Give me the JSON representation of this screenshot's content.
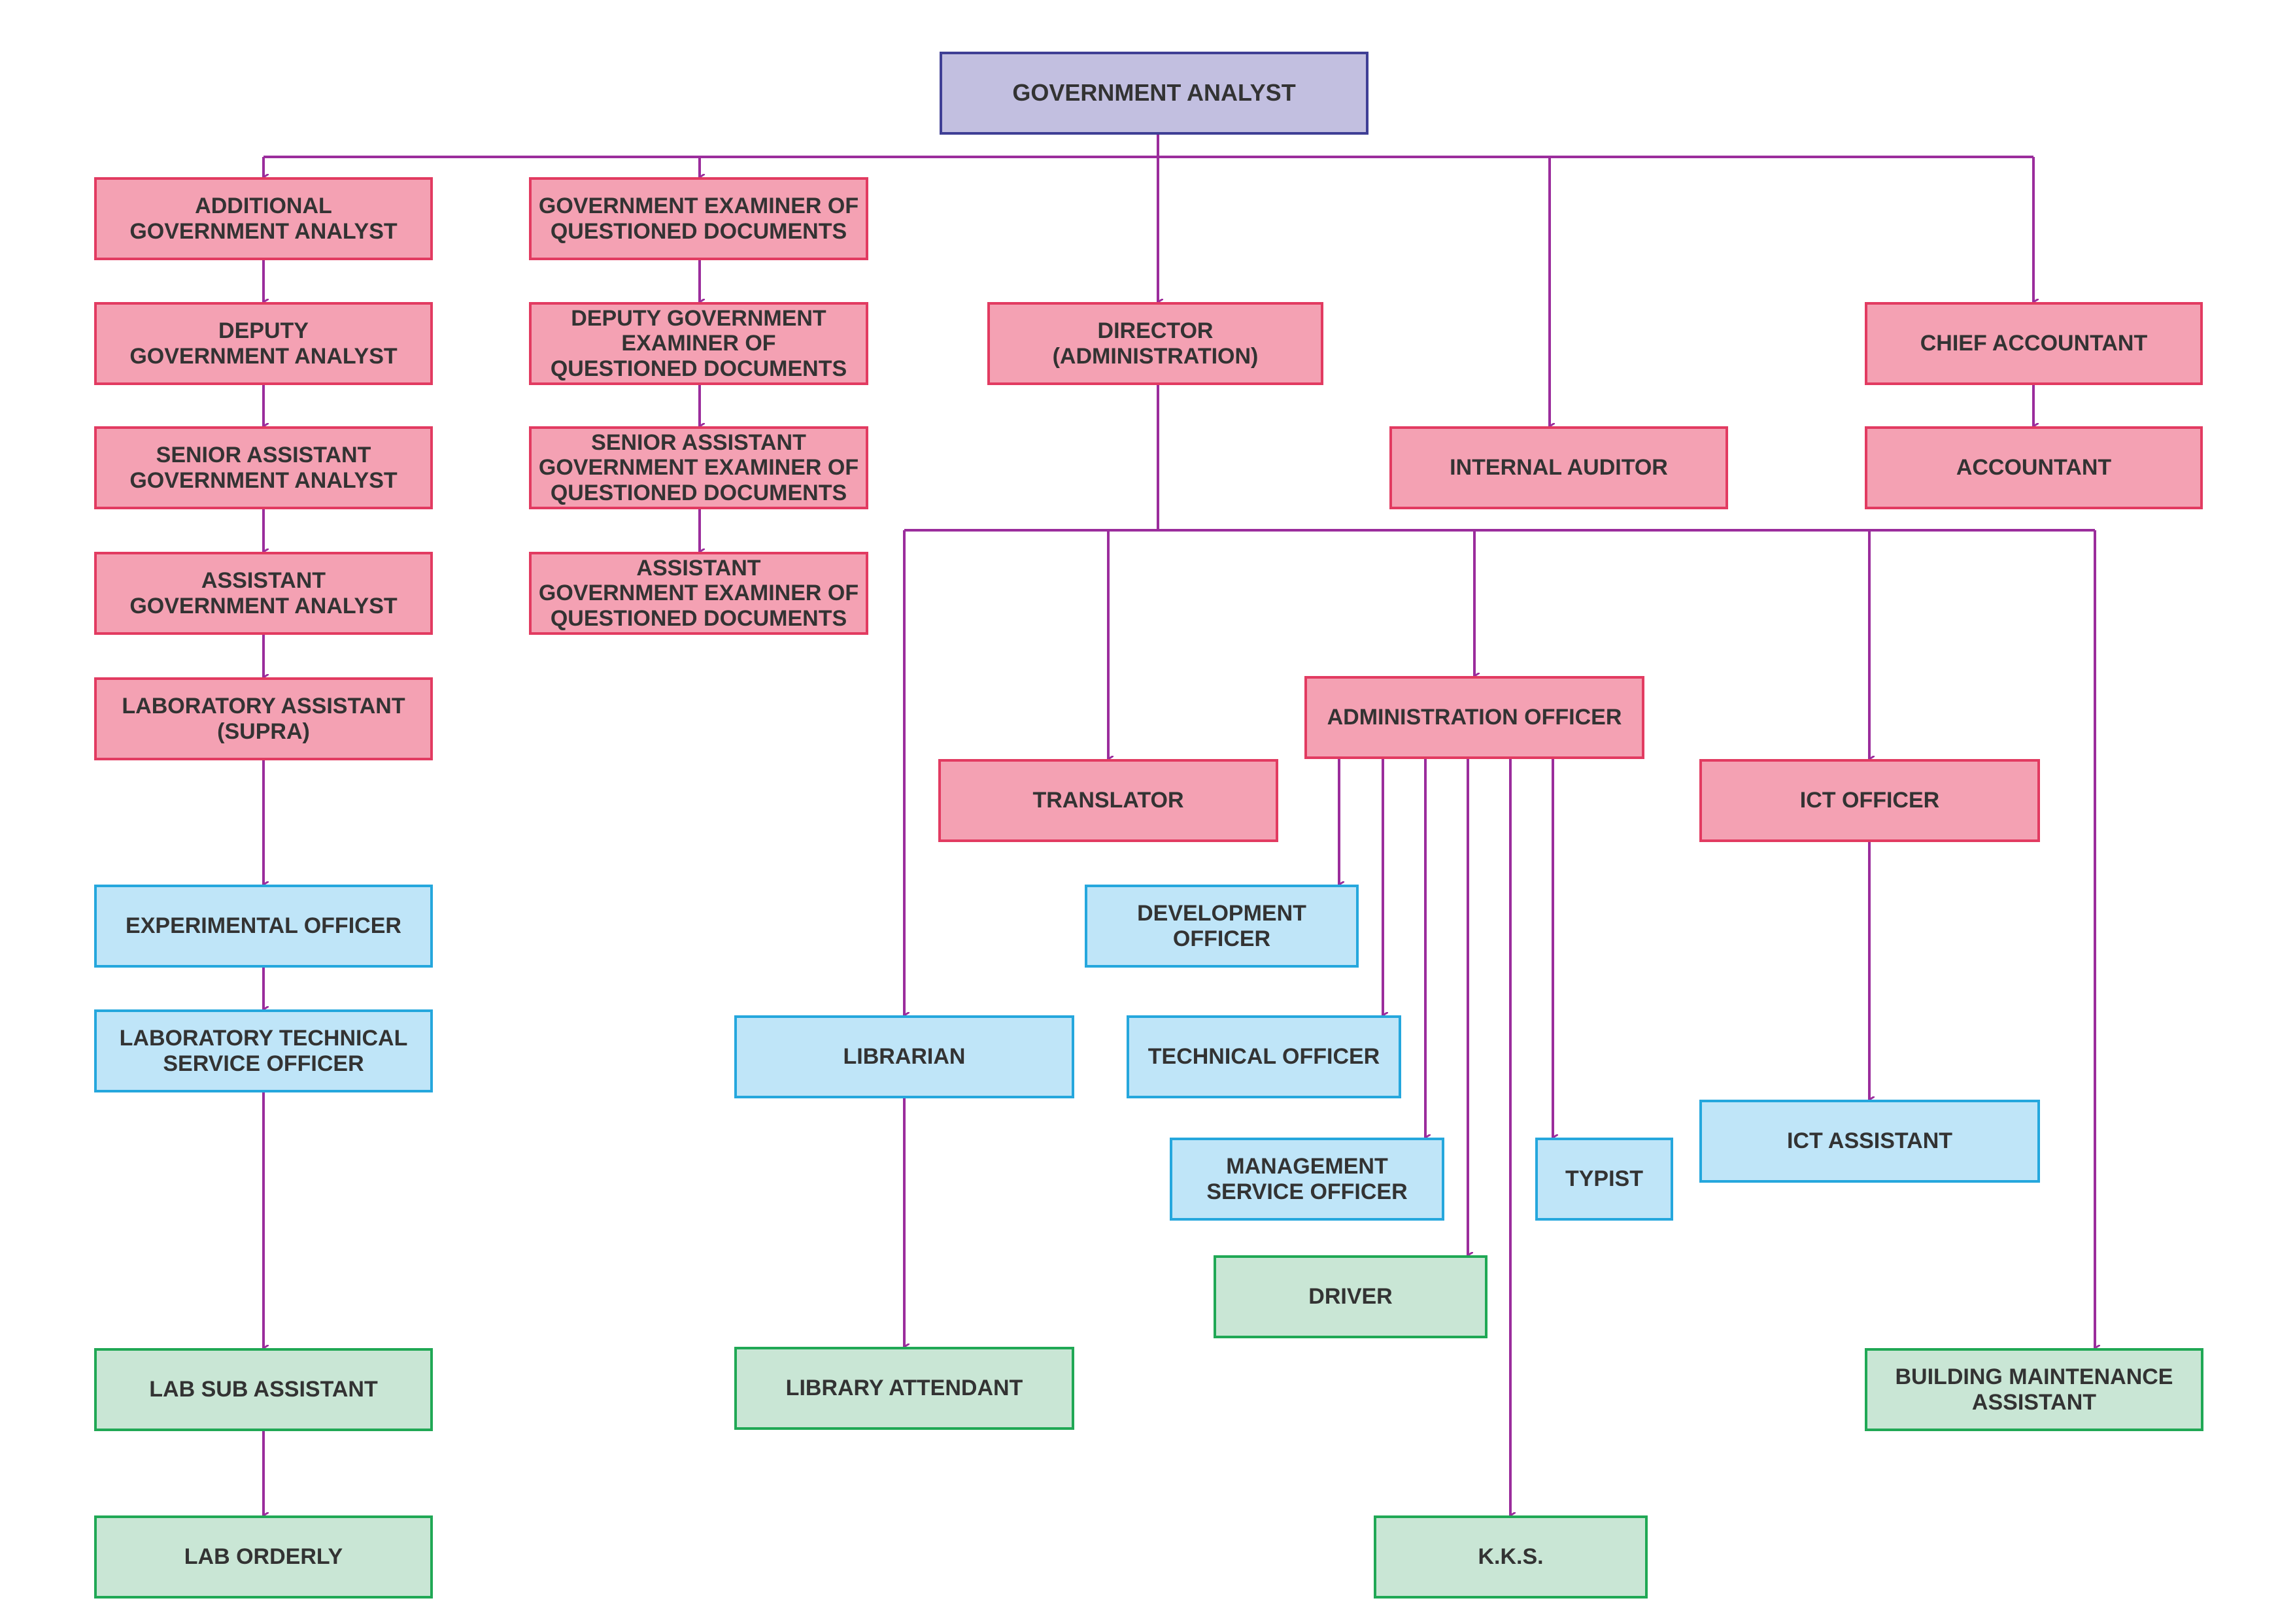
{
  "colors": {
    "connector": "#9b2d9c",
    "top_fill": "#c2bfe0",
    "top_border": "#3f3f95",
    "pink_fill": "#f4a1b3",
    "pink_border": "#e23b61",
    "blue_fill": "#bfe5f8",
    "blue_border": "#25a7dd",
    "green_fill": "#c9e6d5",
    "green_border": "#20a855"
  },
  "nodes": {
    "government_analyst": "GOVERNMENT ANALYST",
    "additional_government_analyst": "ADDITIONAL\nGOVERNMENT ANALYST",
    "deputy_government_analyst": "DEPUTY\nGOVERNMENT ANALYST",
    "senior_assistant_government_analyst": "SENIOR ASSISTANT\nGOVERNMENT ANALYST",
    "assistant_government_analyst": "ASSISTANT\nGOVERNMENT ANALYST",
    "laboratory_assistant_supra": "LABORATORY ASSISTANT\n(SUPRA)",
    "experimental_officer": "EXPERIMENTAL OFFICER",
    "laboratory_technical_service_officer": "LABORATORY TECHNICAL\nSERVICE OFFICER",
    "lab_sub_assistant": "LAB SUB ASSISTANT",
    "lab_orderly": "LAB ORDERLY",
    "government_examiner_qd": "GOVERNMENT EXAMINER OF\nQUESTIONED DOCUMENTS",
    "deputy_government_examiner_qd": "DEPUTY GOVERNMENT\nEXAMINER OF\nQUESTIONED DOCUMENTS",
    "senior_assistant_government_examiner_qd": "SENIOR ASSISTANT\nGOVERNMENT EXAMINER OF\nQUESTIONED DOCUMENTS",
    "assistant_government_examiner_qd": "ASSISTANT\nGOVERNMENT EXAMINER OF\nQUESTIONED DOCUMENTS",
    "director_administration": "DIRECTOR (ADMINISTRATION)",
    "internal_auditor": "INTERNAL AUDITOR",
    "chief_accountant": "CHIEF ACCOUNTANT",
    "accountant": "ACCOUNTANT",
    "librarian": "LIBRARIAN",
    "library_attendant": "LIBRARY ATTENDANT",
    "translator": "TRANSLATOR",
    "administration_officer": "ADMINISTRATION OFFICER",
    "development_officer": "DEVELOPMENT\nOFFICER",
    "technical_officer": "TECHNICAL OFFICER",
    "management_service_officer": "MANAGEMENT\nSERVICE OFFICER",
    "driver": "DRIVER",
    "typist": "TYPIST",
    "kks": "K.K.S.",
    "ict_officer": "ICT OFFICER",
    "ict_assistant": "ICT ASSISTANT",
    "building_maintenance_assistant": "BUILDING MAINTENANCE\nASSISTANT"
  }
}
